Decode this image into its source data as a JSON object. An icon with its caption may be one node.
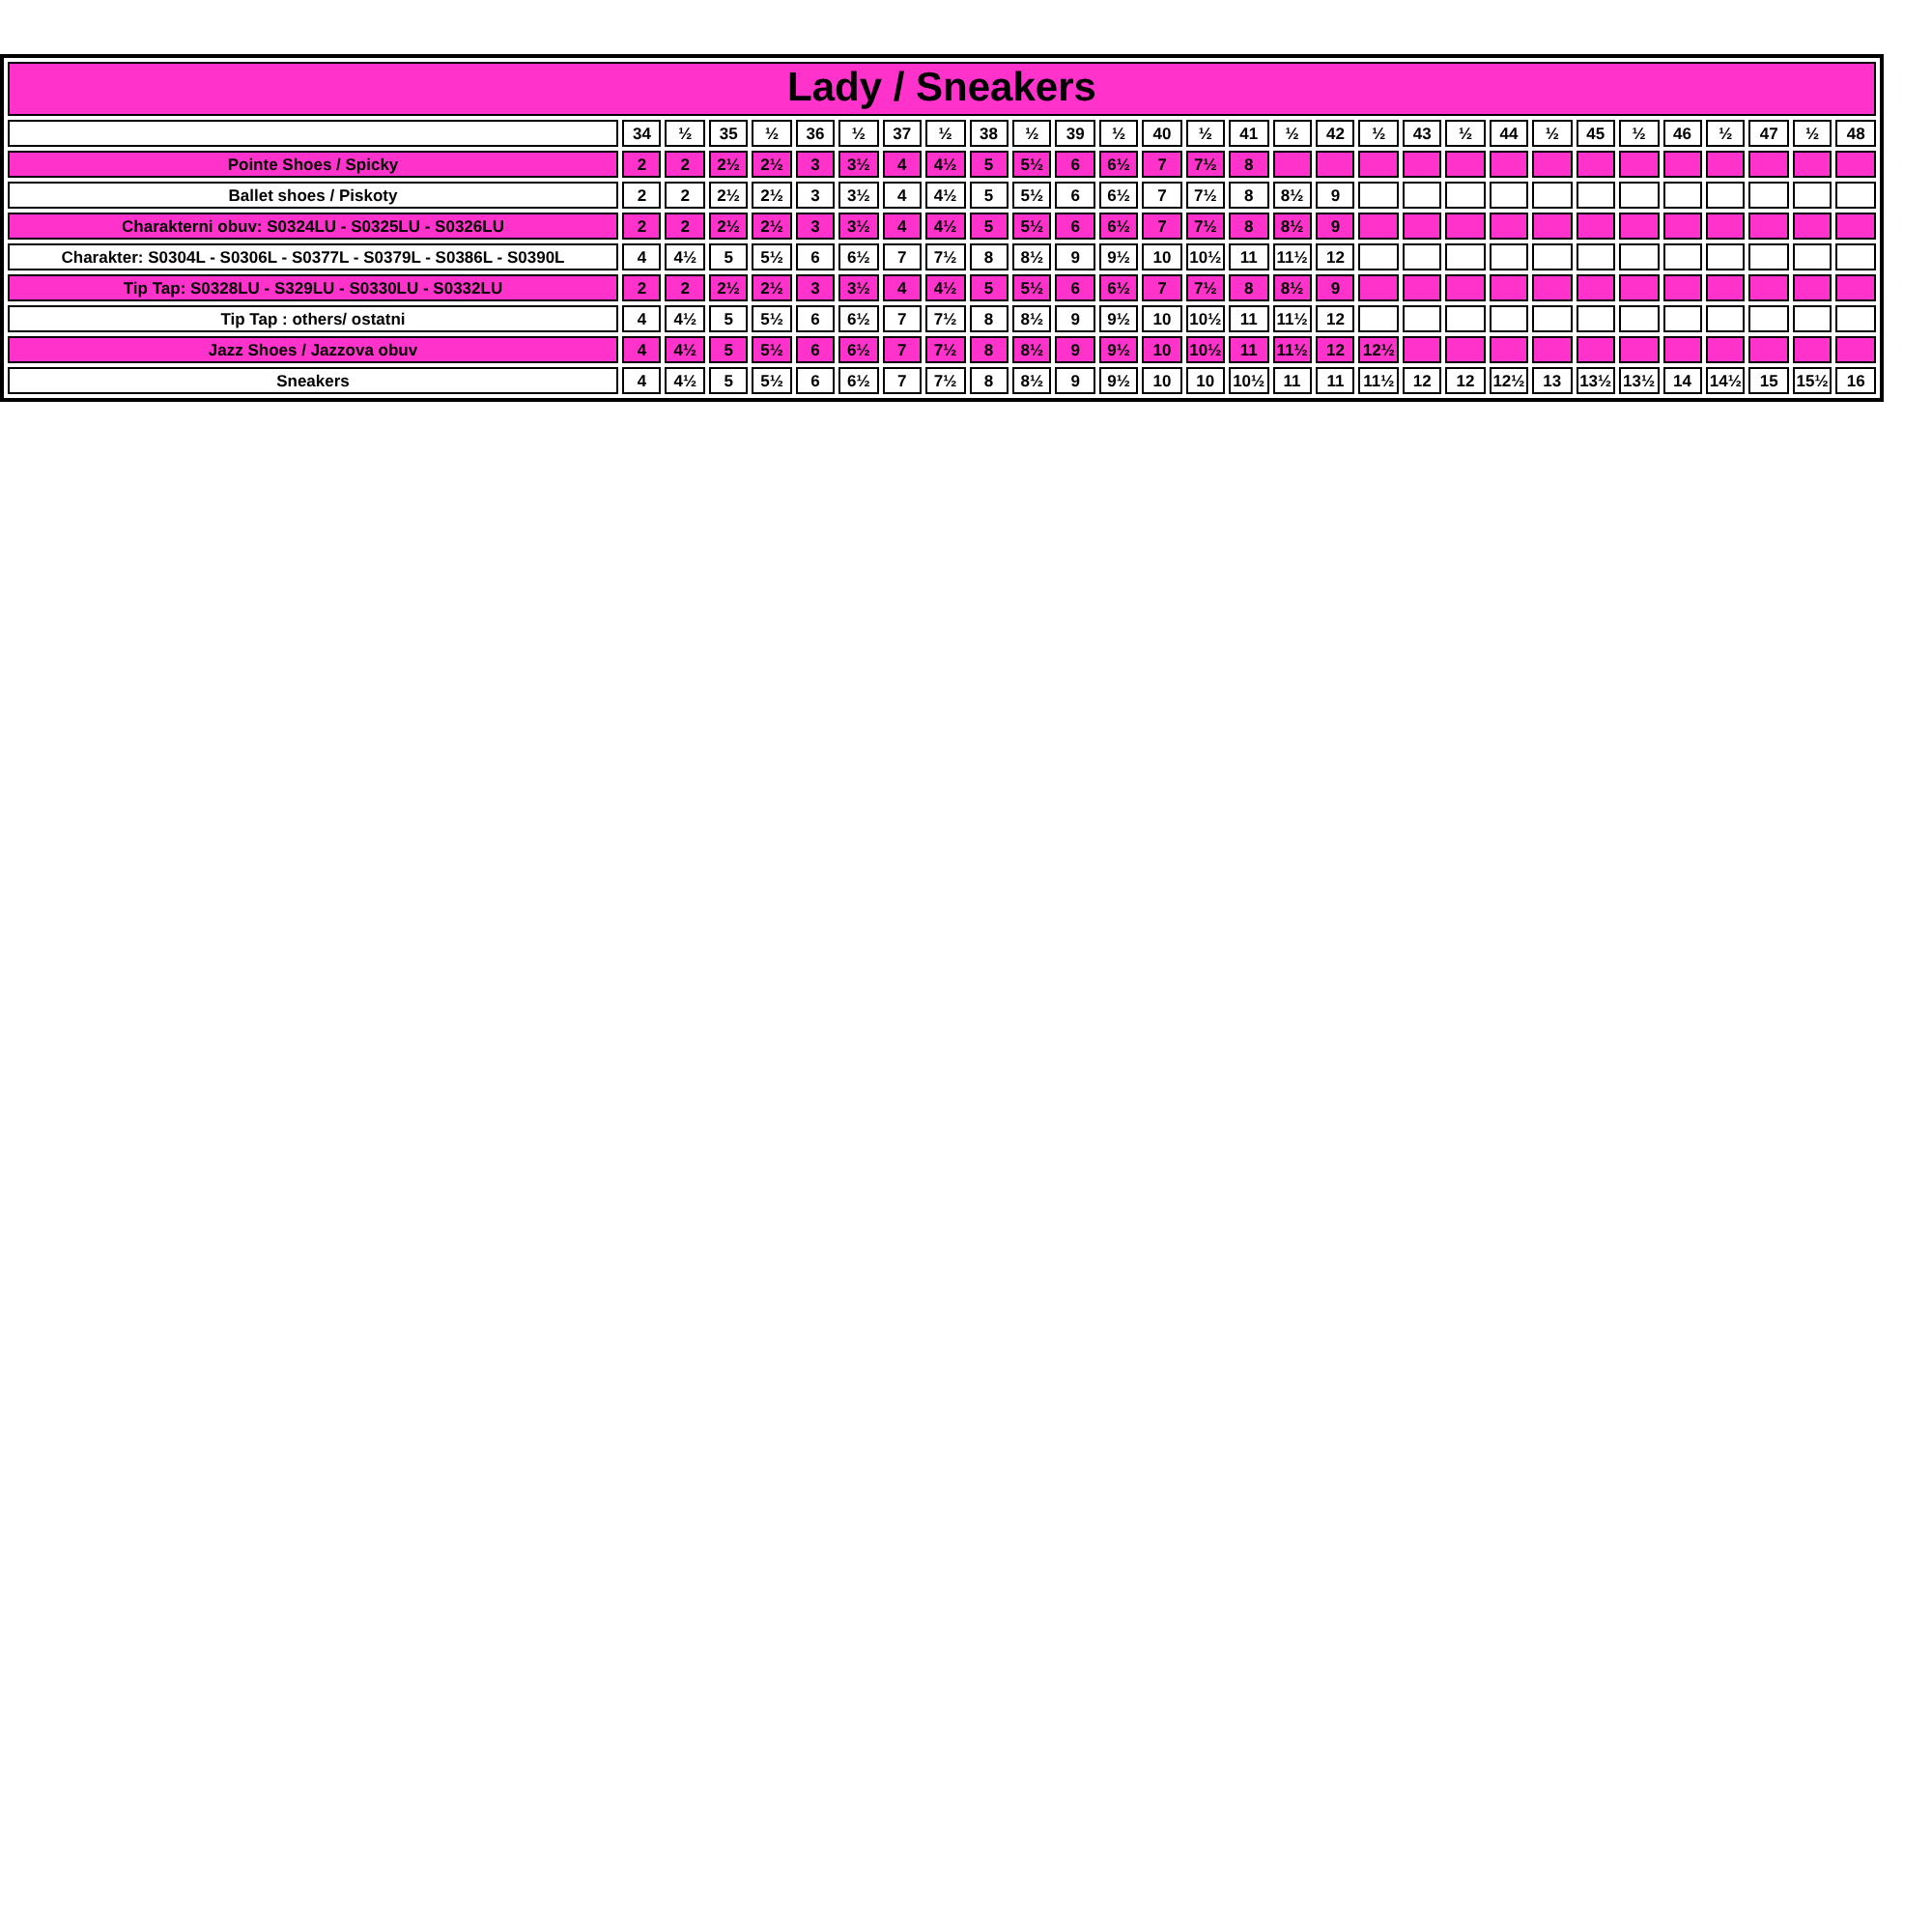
{
  "diagram": {
    "title": "Lady / Sneakers",
    "labels": [
      "34",
      "½",
      "35",
      "½",
      "36",
      "½",
      "37",
      "½",
      "38",
      "½",
      "39",
      "½",
      "40",
      "½",
      "41",
      "½",
      "42",
      "½",
      "43",
      "½",
      "44",
      "½",
      "45",
      "½",
      "46",
      "½",
      "47",
      "½",
      "48",
      "Pointe Shoes / Spicky",
      "2",
      "2",
      "2½",
      "2½",
      "3",
      "3½",
      "4",
      "4½",
      "5",
      "5½",
      "6",
      "6½",
      "7",
      "7½",
      "8",
      "Ballet shoes / Piskoty",
      "2",
      "2",
      "2½",
      "2½",
      "3",
      "3½",
      "4",
      "4½",
      "5",
      "5½",
      "6",
      "6½",
      "7",
      "7½",
      "8",
      "8½",
      "9",
      "Charakterni obuv: S0324LU - S0325LU - S0326LU",
      "2",
      "2",
      "2½",
      "2½",
      "3",
      "3½",
      "4",
      "4½",
      "5",
      "5½",
      "6",
      "6½",
      "7",
      "7½",
      "8",
      "8½",
      "9",
      "Charakter: S0304L - S0306L - S0377L - S0379L - S0386L - S0390L",
      "4",
      "4½",
      "5",
      "5½",
      "6",
      "6½",
      "7",
      "7½",
      "8",
      "8½",
      "9",
      "9½",
      "10",
      "10½",
      "11",
      "11½",
      "12",
      "Tip Tap: S0328LU - S329LU - S0330LU - S0332LU",
      "2",
      "2",
      "2½",
      "2½",
      "3",
      "3½",
      "4",
      "4½",
      "5",
      "5½",
      "6",
      "6½",
      "7",
      "7½",
      "8",
      "8½",
      "9",
      "Tip Tap : others/ ostatni",
      "4",
      "4½",
      "5",
      "5½",
      "6",
      "6½",
      "7",
      "7½",
      "8",
      "8½",
      "9",
      "9½",
      "10",
      "10½",
      "11",
      "11½",
      "12",
      "Jazz Shoes / Jazzova obuv",
      "4",
      "4½",
      "5",
      "5½",
      "6",
      "6½",
      "7",
      "7½",
      "8",
      "8½",
      "9",
      "9½",
      "10",
      "10½",
      "11",
      "11½",
      "12",
      "12½",
      "Sneakers",
      "4",
      "4½",
      "5",
      "5½",
      "6",
      "6½",
      "7",
      "7½",
      "8",
      "8½",
      "9",
      "9½",
      "10",
      "10",
      "10½",
      "11",
      "11",
      "11½",
      "12",
      "12",
      "12½",
      "13",
      "13½",
      "13½",
      "14",
      "14½",
      "15",
      "15½",
      "16"
    ]
  }
}
